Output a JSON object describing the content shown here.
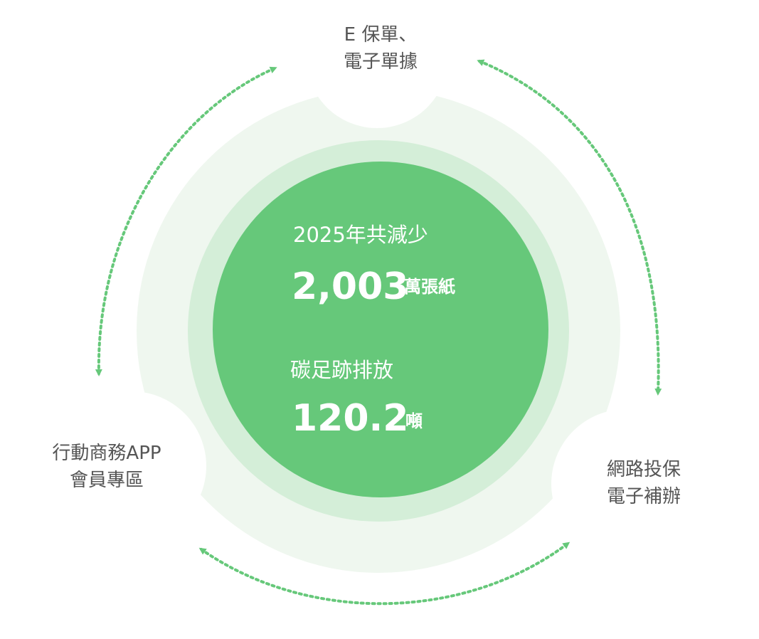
{
  "colors": {
    "outer_ring": "#eff7ef",
    "middle_ring": "#d4eed8",
    "center": "#66c87a",
    "arrow": "#66c87a",
    "label_text": "#555555",
    "center_text": "#ffffff"
  },
  "center": {
    "stat1": {
      "caption": "2025年共減少",
      "value": "2,003",
      "unit": "萬張紙"
    },
    "stat2": {
      "caption": "碳足跡排放",
      "value": "120.2",
      "unit": "噸"
    }
  },
  "nodes": {
    "top": {
      "line1": "E 保單、",
      "line2": "電子單據"
    },
    "left": {
      "line1": "行動商務APP",
      "line2": "會員專區"
    },
    "right": {
      "line1": "網路投保",
      "line2": "電子補辦"
    }
  },
  "icons": {
    "arrows": "dotted-curved-double-arrow"
  }
}
